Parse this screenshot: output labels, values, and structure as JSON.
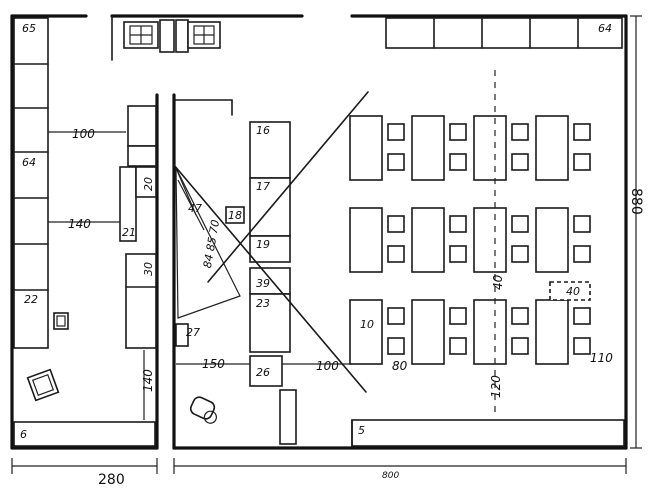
{
  "labels": {
    "unit_65": "65",
    "unit_64_left": "64",
    "unit_64_right": "64",
    "unit_22": "22",
    "unit_6": "6",
    "unit_21": "21",
    "unit_20": "20",
    "unit_30": "30",
    "unit_16": "16",
    "unit_17": "17",
    "unit_19": "19",
    "unit_39": "39",
    "unit_23": "23",
    "unit_26": "26",
    "unit_27": "27",
    "unit_18": "18",
    "unit_47": "47",
    "unit_10": "10",
    "unit_5": "5",
    "unit_40": "40",
    "stack_text": "84 85 70"
  },
  "dimensions": {
    "d_100": "100",
    "d_140_a": "140",
    "d_140_b": "140",
    "d_150": "150",
    "d_100_b": "100",
    "d_80": "80",
    "d_40": "40",
    "d_120": "120",
    "d_110": "110",
    "d_880": "880",
    "d_280": "280",
    "d_800": "800"
  }
}
